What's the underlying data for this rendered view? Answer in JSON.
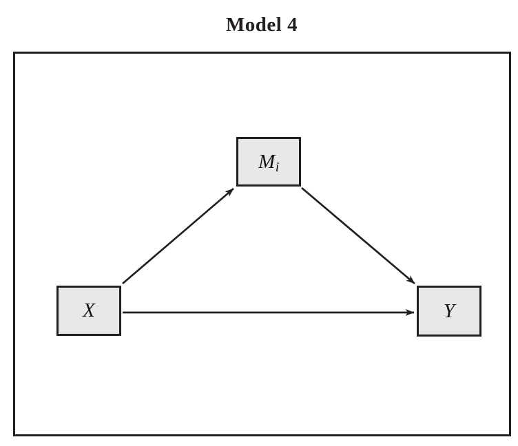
{
  "title": "Model 4",
  "diagram": {
    "nodes": [
      {
        "id": "X",
        "label": "X",
        "subscript": ""
      },
      {
        "id": "M",
        "label": "M",
        "subscript": "i"
      },
      {
        "id": "Y",
        "label": "Y",
        "subscript": ""
      }
    ],
    "edges": [
      {
        "from": "X",
        "to": "M"
      },
      {
        "from": "M",
        "to": "Y"
      },
      {
        "from": "X",
        "to": "Y"
      }
    ],
    "colors": {
      "stroke": "#231f20",
      "node_fill": "#e8e8e8",
      "page_bg": "#ffffff"
    }
  }
}
